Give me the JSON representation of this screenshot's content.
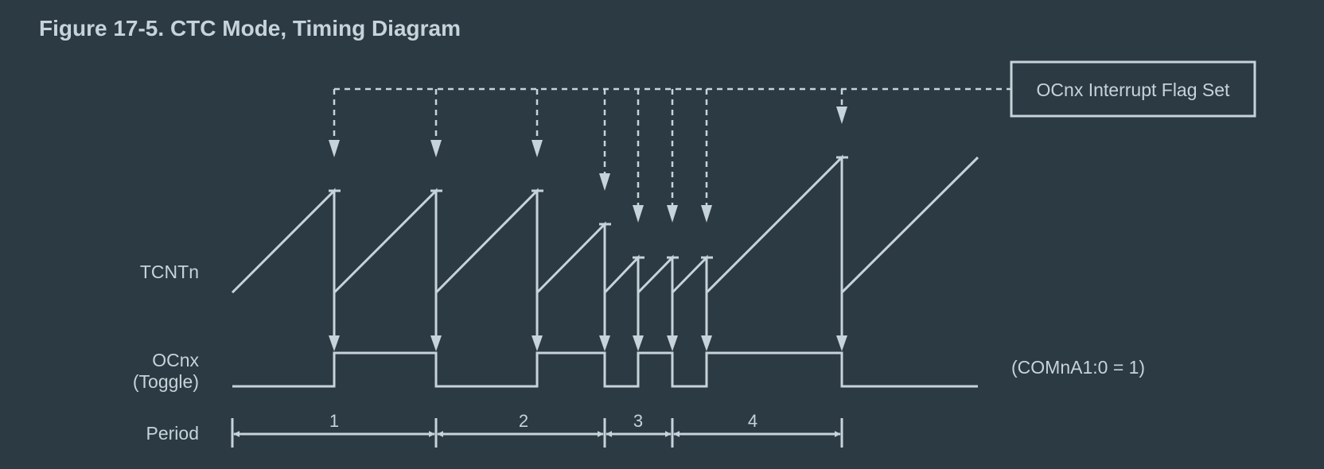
{
  "figure_title": "Figure 17-5. CTC Mode, Timing Diagram",
  "callout_label": "OCnx Interrupt Flag Set",
  "signals": {
    "tcnt_label": "TCNTn",
    "ocnx_label_line1": "OCnx",
    "ocnx_label_line2": "(Toggle)",
    "period_label": "Period"
  },
  "mode_note": "(COMnA1:0 = 1)",
  "periods": [
    "1",
    "2",
    "3",
    "4"
  ],
  "colors": {
    "background": "#2c3a43",
    "ink": "#c7d3da"
  }
}
